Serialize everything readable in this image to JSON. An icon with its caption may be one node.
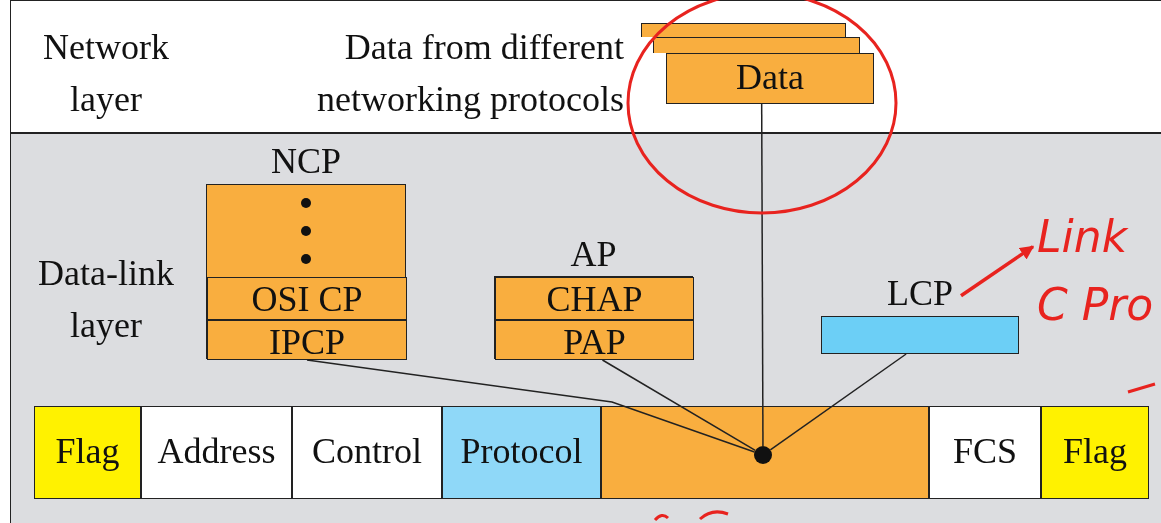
{
  "diagram": {
    "nodes": [
      {
        "text": [
          "Network layer"
        ]
      },
      {
        "text": [],
        "shape": "box",
        "in": 0
      },
      {
        "text": [],
        "shape": "box",
        "in": 0
      },
      {
        "text": [
          "Data"
        ],
        "in": 0
      },
      {
        "text": [
          "Data-link layer"
        ]
      },
      {
        "text": [
          "NCP"
        ],
        "in": 4
      },
      {
        "text": [
          "OSI CP"
        ],
        "in": 5
      },
      {
        "text": [
          "IPCP"
        ],
        "in": 5
      },
      {
        "text": [
          "AP"
        ],
        "in": 4
      },
      {
        "text": [
          "CHAP"
        ],
        "in": 8
      },
      {
        "text": [
          "PAP"
        ],
        "in": 8
      },
      {
        "text": [
          "LCP"
        ],
        "in": 4
      },
      {
        "text": [
          "Flag"
        ],
        "in": 4
      },
      {
        "text": [
          "Address"
        ],
        "in": 4
      },
      {
        "text": [
          "Control"
        ],
        "in": 4
      },
      {
        "text": [
          "Protocol"
        ],
        "in": 4
      },
      {
        "text": [],
        "shape": "box",
        "in": 4
      },
      {
        "text": [],
        "shape": "circle",
        "in": 16
      },
      {
        "text": [
          "FCS"
        ],
        "in": 4
      },
      {
        "text": [
          "Flag"
        ],
        "in": 4
      },
      {
        "text": [
          "Link C Pro"
        ],
        "in": 4
      }
    ],
    "edges": [
      {
        "from": 3,
        "to": 17,
        "arrow": "none"
      },
      {
        "from": 7,
        "to": 17,
        "arrow": "none"
      },
      {
        "from": 10,
        "to": 17,
        "arrow": "none"
      },
      {
        "from": 11,
        "to": 17,
        "arrow": "none"
      },
      {
        "from": 11,
        "to": 20,
        "arrow": "to",
        "color": "#e8231f",
        "style": "thick"
      }
    ],
    "labels": [
      "Data from different networking protocols"
    ]
  }
}
